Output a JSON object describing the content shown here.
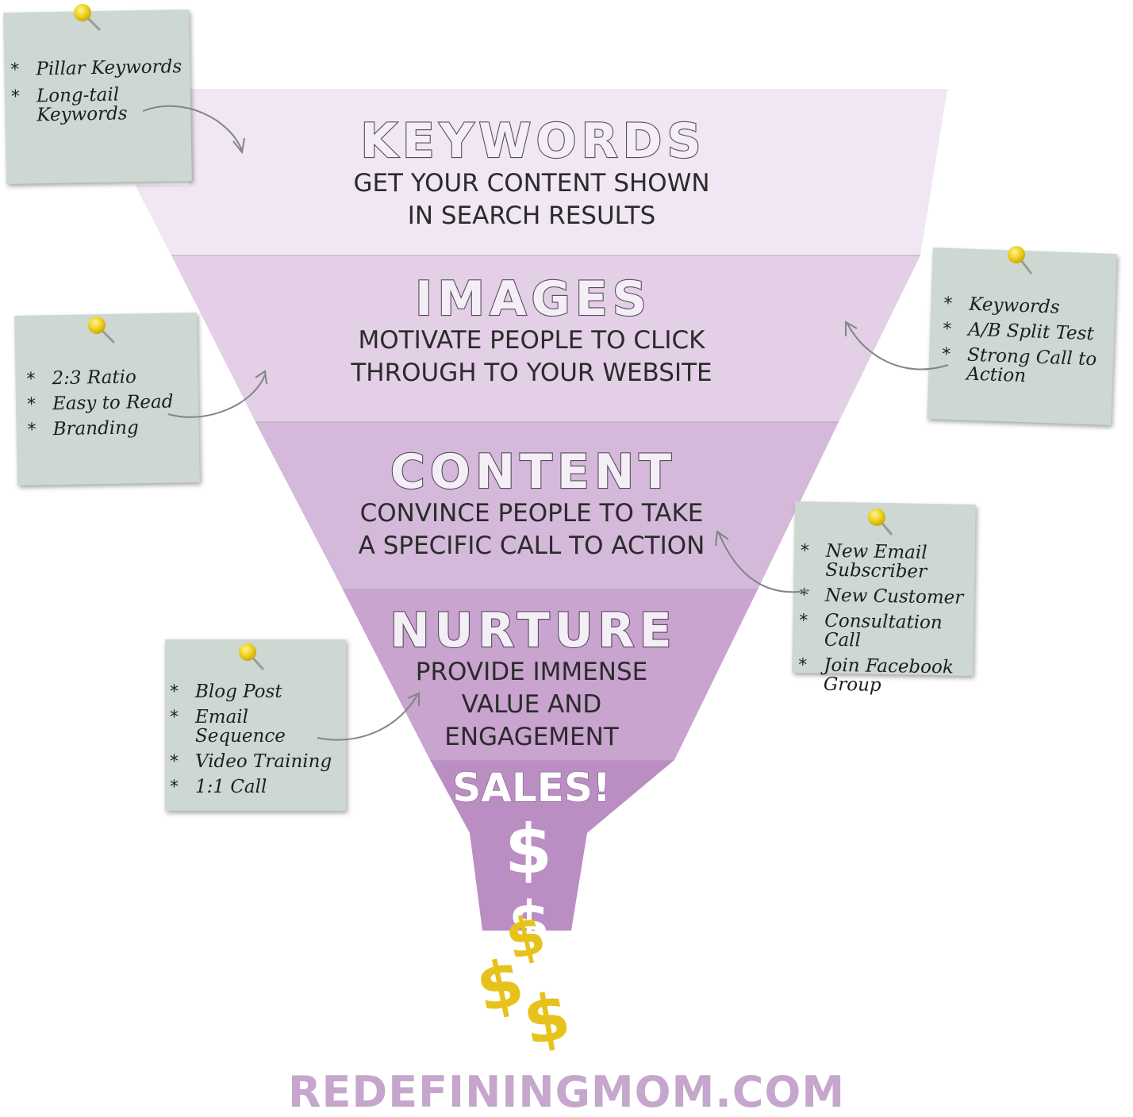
{
  "stages": [
    {
      "title": "KEYWORDS",
      "line1": "GET YOUR CONTENT SHOWN",
      "line2": "IN SEARCH RESULTS",
      "color": "#f1e6f3"
    },
    {
      "title": "IMAGES",
      "line1": "MOTIVATE PEOPLE TO CLICK",
      "line2": "THROUGH TO YOUR WEBSITE",
      "color": "#e3cfe6"
    },
    {
      "title": "CONTENT",
      "line1": "CONVINCE PEOPLE TO TAKE",
      "line2": "A SPECIFIC CALL TO ACTION",
      "color": "#d4b9da"
    },
    {
      "title": "NURTURE",
      "line1": "PROVIDE IMMENSE",
      "line2": "VALUE AND",
      "line3": "ENGAGEMENT",
      "color": "#c8a4cf"
    }
  ],
  "sales": {
    "title": "SALES!",
    "color": "#bb8ec3"
  },
  "dollar_symbol": "$",
  "notes": [
    {
      "items": [
        "Pillar Keywords",
        "Long-tail Keywords"
      ]
    },
    {
      "items": [
        "2:3 Ratio",
        "Easy to Read",
        "Branding"
      ]
    },
    {
      "items": [
        "Keywords",
        "A/B Split Test",
        "Strong Call to Action"
      ]
    },
    {
      "items": [
        "New Email Subscriber",
        "New Customer",
        "Consultation Call",
        "Join Facebook Group"
      ]
    },
    {
      "items": [
        "Blog Post",
        "Email Sequence",
        "Video Training",
        "1:1 Call"
      ]
    }
  ],
  "bullet": "*",
  "colors": {
    "note": "#cdd8d2",
    "pin": "#f0d21e",
    "gold_dollar": "#e7c21b",
    "url": "#c6a6cc"
  },
  "site_url": "REDEFININGMOM.COM"
}
